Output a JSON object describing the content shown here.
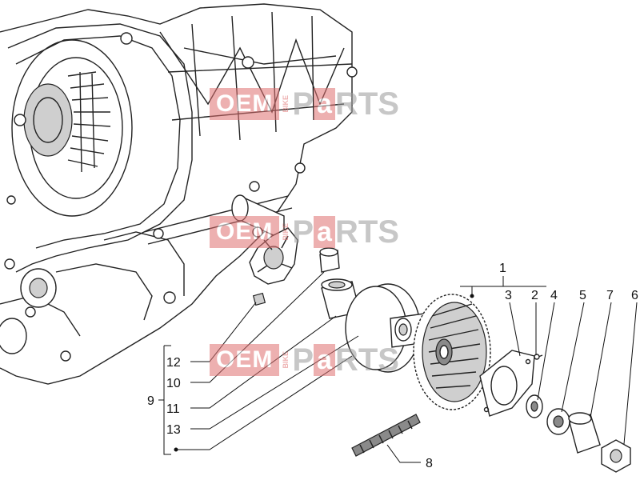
{
  "watermark": {
    "oem": "OEM",
    "bike": "BIKE",
    "p": "P",
    "a": "a",
    "rts": "RTS"
  },
  "callouts": {
    "c1": "1",
    "c2": "2",
    "c3": "3",
    "c4": "4",
    "c5": "5",
    "c6": "6",
    "c7": "7",
    "c8": "8",
    "c9": "9",
    "c10": "10",
    "c11": "11",
    "c12": "12",
    "c13": "13"
  }
}
